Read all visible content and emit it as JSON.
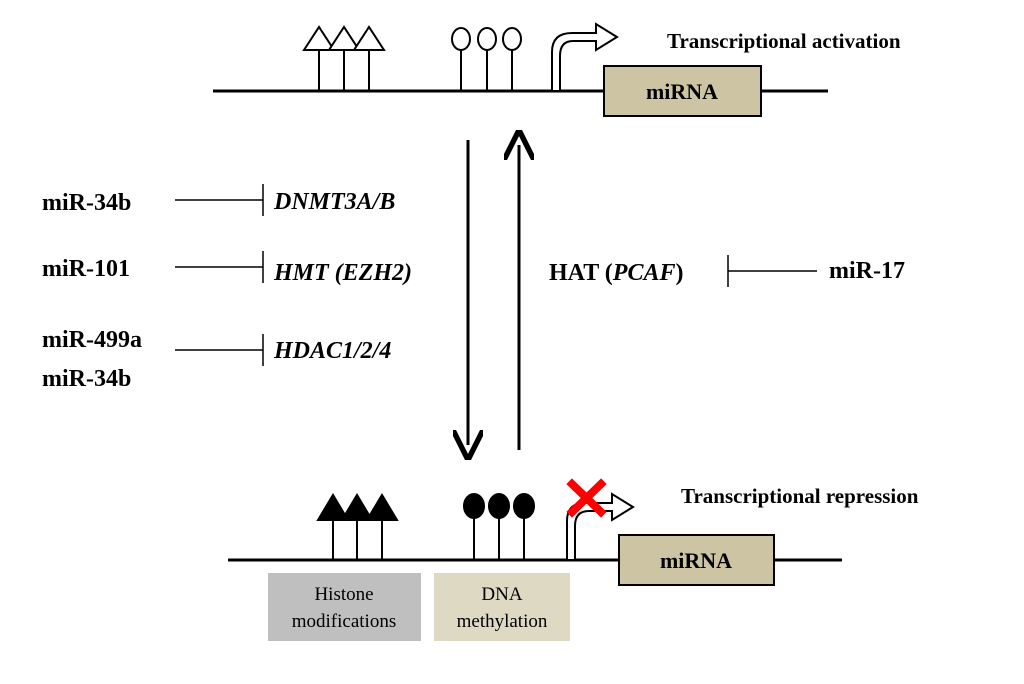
{
  "activation": {
    "label": "Transcriptional activation",
    "gene": "miRNA"
  },
  "repression": {
    "label": "Transcriptional repression",
    "gene": "miRNA"
  },
  "legend": {
    "histone_line1": "Histone",
    "histone_line2": "modifications",
    "dna_line1": "DNA",
    "dna_line2": "methylation"
  },
  "left_regulators": [
    {
      "mirnas": [
        "miR-34b"
      ],
      "target": "DNMT3A/B"
    },
    {
      "mirnas": [
        "miR-101"
      ],
      "target": "HMT (EZH2)"
    },
    {
      "mirnas": [
        "miR-499a",
        "miR-34b"
      ],
      "target": "HDAC1/2/4"
    }
  ],
  "right_regulator": {
    "mirna": "miR-17",
    "target_prefix": "HAT (",
    "target_italic": "PCAF",
    "target_suffix": ")"
  },
  "colors": {
    "gene_box": "#cdc4a3",
    "histone_box": "#bfbfbf",
    "dna_box": "#ddd9c3",
    "inhibit_x": "#ff0000"
  },
  "icons": {
    "open_triangle": "histone-mark-open-triangle-icon",
    "filled_triangle": "histone-mark-filled-triangle-icon",
    "open_lollipop": "unmethylated-cpg-open-circle-icon",
    "filled_lollipop": "methylated-cpg-filled-circle-icon",
    "tss_arrow": "tss-bent-arrow-icon",
    "blocked": "red-x-icon"
  }
}
